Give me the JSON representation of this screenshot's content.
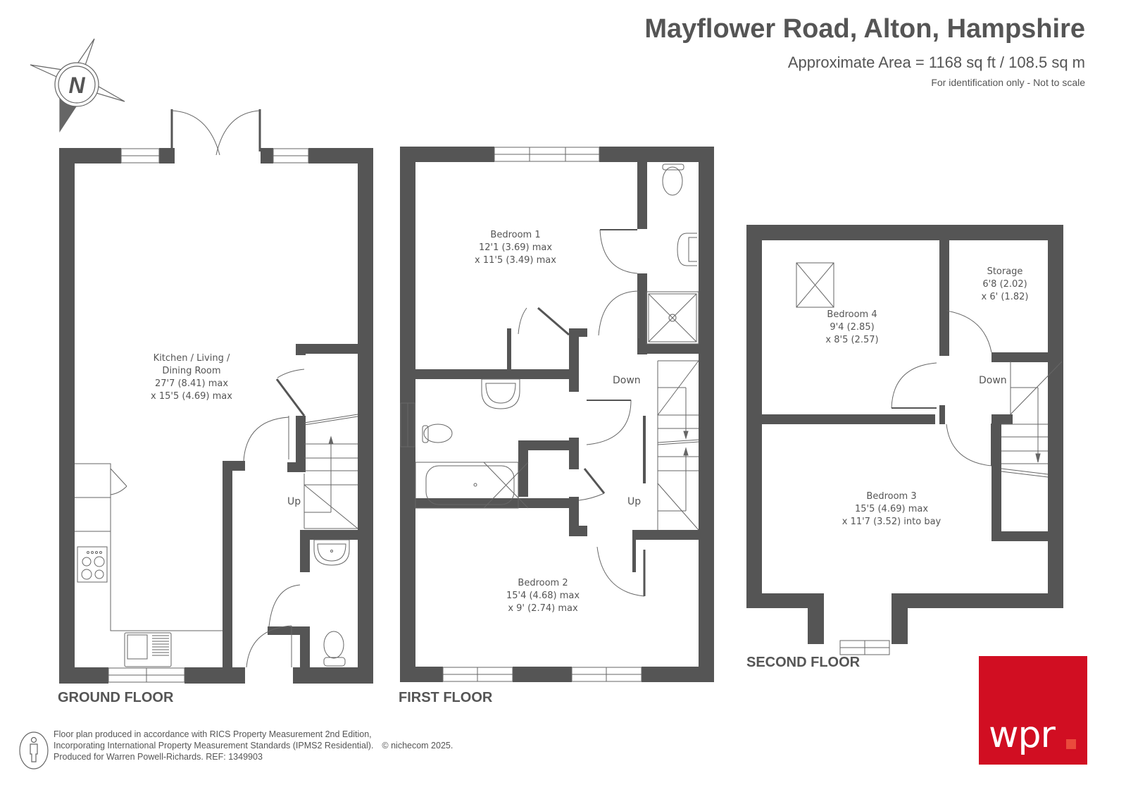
{
  "header": {
    "title": "Mayflower Road, Alton, Hampshire",
    "area": "Approximate Area = 1168 sq ft / 108.5 sq m",
    "disclaimer": "For identification only - Not to scale"
  },
  "compass": {
    "label": "N",
    "icon": "compass-north-icon"
  },
  "floors": {
    "ground": {
      "label": "GROUND FLOOR",
      "rooms": [
        {
          "name_line1": "Kitchen / Living /",
          "name_line2": "Dining Room",
          "dim1": "27'7 (8.41) max",
          "dim2": "x 15'5 (4.69) max"
        }
      ],
      "stairs": "Up"
    },
    "first": {
      "label": "FIRST FLOOR",
      "rooms": [
        {
          "name": "Bedroom 1",
          "dim1": "12'1 (3.69) max",
          "dim2": "x 11'5 (3.49) max"
        },
        {
          "name": "Bedroom 2",
          "dim1": "15'4 (4.68) max",
          "dim2": "x 9' (2.74) max"
        }
      ],
      "stairs_down": "Down",
      "stairs_up": "Up"
    },
    "second": {
      "label": "SECOND FLOOR",
      "rooms": [
        {
          "name": "Bedroom 4",
          "dim1": "9'4 (2.85)",
          "dim2": "x 8'5 (2.57)"
        },
        {
          "name": "Storage",
          "dim1": "6'8 (2.02)",
          "dim2": "x 6' (1.82)"
        },
        {
          "name": "Bedroom 3",
          "dim1": "15'5 (4.69) max",
          "dim2": "x 11'7 (3.52) into bay"
        }
      ],
      "stairs_down": "Down"
    }
  },
  "footer": {
    "line1": "Floor plan produced in accordance with RICS Property Measurement 2nd Edition,",
    "line2": "Incorporating International Property Measurement Standards (IPMS2 Residential).",
    "copyright": "© nichecom 2025.",
    "line3": "Produced for Warren Powell-Richards.   REF: 1349903"
  },
  "logo": {
    "text": "wpr",
    "color": "#d10e22",
    "dot_color": "#ea4a3c"
  },
  "colors": {
    "wall": "#555555",
    "text": "#555555",
    "line": "#666666"
  }
}
